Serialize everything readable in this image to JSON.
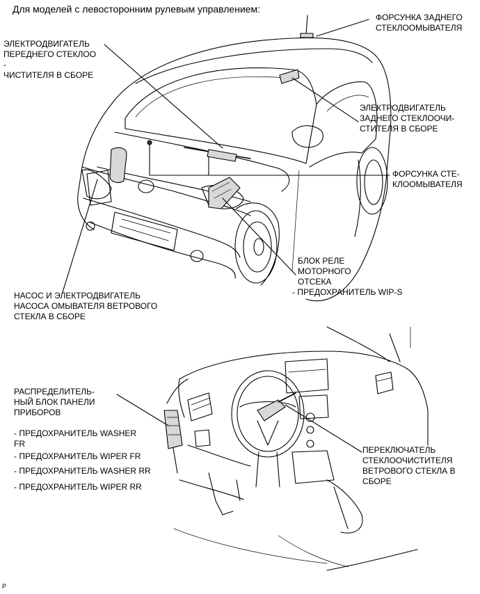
{
  "header": {
    "title": "Для моделей с левосторонним рулевым управлением:"
  },
  "labels": {
    "rear_washer_nozzle": [
      "ФОРСУНКА ЗАДНЕГО",
      "СТЕКЛООМЫВАТЕЛЯ"
    ],
    "front_wiper_motor": [
      "ЭЛЕКТРОДВИГАТЕЛЬ",
      "ПЕРЕДНЕГО СТЕКЛОО",
      "-",
      "ЧИСТИТЕЛЯ В СБОРЕ"
    ],
    "rear_wiper_motor": [
      "ЭЛЕКТРОДВИГАТЕЛЬ",
      "ЗАДНЕГО СТЕКЛООЧИ-",
      "СТИТЕЛЯ В СБОРЕ"
    ],
    "washer_nozzle": [
      "ФОРСУНКА СТЕ-",
      "КЛООМЫВАТЕЛЯ"
    ],
    "engine_relay_block": [
      "БЛОК РЕЛЕ",
      "МОТОРНОГО",
      "ОТСЕКА",
      "- ПРЕДОХРАНИТЕЛЬ WIP-S"
    ],
    "washer_pump": [
      "НАСОС И ЭЛЕКТРОДВИГАТЕЛЬ",
      "НАСОСА ОМЫВАТЕЛЯ ВЕТРОВОГО",
      "СТЕКЛА В СБОРЕ"
    ],
    "instrument_panel_junction": [
      "РАСПРЕДЕЛИТЕЛЬ-",
      "НЫЙ БЛОК ПАНЕЛИ",
      "ПРИБОРОВ"
    ],
    "fuses": [
      "- ПРЕДОХРАНИТЕЛЬ WASHER",
      "FR",
      "- ПРЕДОХРАНИТЕЛЬ WIPER FR",
      "- ПРЕДОХРАНИТЕЛЬ WASHER RR",
      "- ПРЕДОХРАНИТЕЛЬ WIPER RR"
    ],
    "wiper_switch": [
      "ПЕРЕКЛЮЧАТЕЛЬ",
      "СТЕКЛООЧИСТИТЕЛЯ",
      "ВЕТРОВОГО СТЕКЛА В",
      "СБОРЕ"
    ]
  },
  "footer": {
    "code": "P"
  }
}
